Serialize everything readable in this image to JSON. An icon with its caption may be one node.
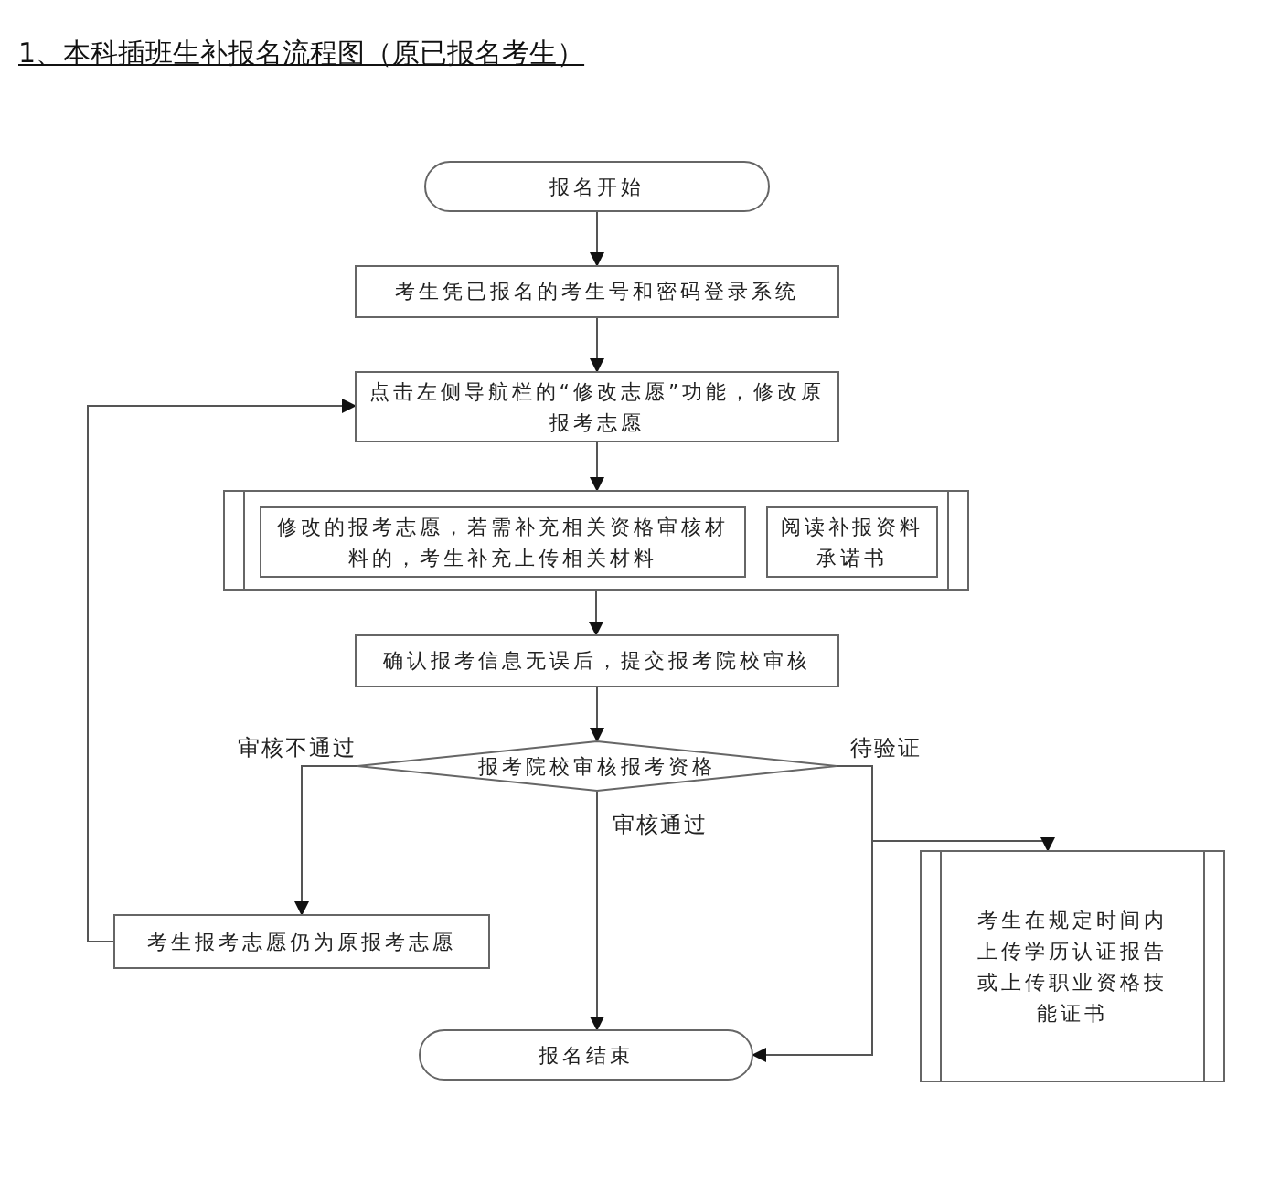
{
  "diagram": {
    "title": "1、本科插班生补报名流程图（原已报名考生）",
    "nodes": [
      {
        "text": [
          "报名开始"
        ]
      },
      {
        "text": [
          "考生凭已报名的考生号和密码登录系统"
        ]
      },
      {
        "text": [
          "点击左侧导航栏的“修改志愿”功能，修改原报考志愿"
        ]
      },
      {
        "text": [],
        "shape": "box"
      },
      {
        "text": [
          "修改的报考志愿，若需补充相关资格审核材料的，考生补充上传相关材料"
        ],
        "in": 3
      },
      {
        "text": [
          "阅读补报资料承诺书"
        ],
        "in": 3
      },
      {
        "text": [
          "确认报考信息无误后，提交报考院校审核"
        ]
      },
      {
        "text": [
          "报考院校审核报考资格"
        ]
      },
      {
        "text": [
          "考生报考志愿仍为原报考志愿"
        ]
      },
      {
        "text": [
          "报名结束"
        ]
      },
      {
        "text": [
          "考生在规定时间内上传学历认证报告或上传职业资格技能证书"
        ]
      }
    ],
    "edges": [
      {
        "from": 0,
        "to": 1,
        "arrow": "to"
      },
      {
        "from": 1,
        "to": 2,
        "arrow": "to"
      },
      {
        "from": 2,
        "to": 3,
        "arrow": "to"
      },
      {
        "from": 3,
        "to": 6,
        "arrow": "to"
      },
      {
        "from": 6,
        "to": 7,
        "arrow": "to"
      },
      {
        "from": 7,
        "to": 8,
        "arrow": "to",
        "label": "审核不通过"
      },
      {
        "from": 8,
        "to": 2,
        "arrow": "to"
      },
      {
        "from": 7,
        "to": 9,
        "arrow": "to",
        "label": "审核通过"
      },
      {
        "from": 7,
        "to": 10,
        "arrow": "to",
        "label": "待验证"
      },
      {
        "from": 7,
        "to": 9,
        "arrow": "to"
      }
    ]
  }
}
